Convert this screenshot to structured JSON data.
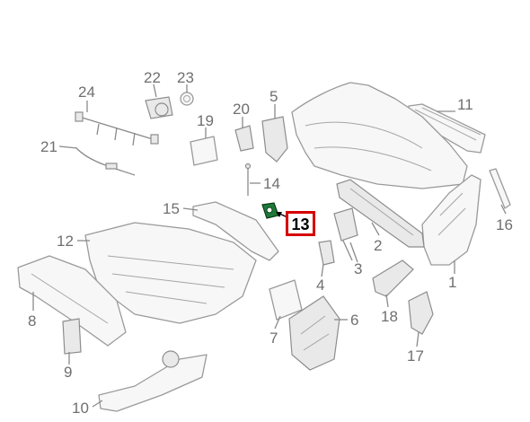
{
  "callouts": [
    {
      "id": "c1",
      "label": "1"
    },
    {
      "id": "c2",
      "label": "2"
    },
    {
      "id": "c3",
      "label": "3"
    },
    {
      "id": "c4",
      "label": "4"
    },
    {
      "id": "c5",
      "label": "5"
    },
    {
      "id": "c6",
      "label": "6"
    },
    {
      "id": "c7",
      "label": "7"
    },
    {
      "id": "c8",
      "label": "8"
    },
    {
      "id": "c9",
      "label": "9"
    },
    {
      "id": "c10",
      "label": "10"
    },
    {
      "id": "c11",
      "label": "11"
    },
    {
      "id": "c12",
      "label": "12"
    },
    {
      "id": "c14",
      "label": "14"
    },
    {
      "id": "c15",
      "label": "15"
    },
    {
      "id": "c16",
      "label": "16"
    },
    {
      "id": "c17",
      "label": "17"
    },
    {
      "id": "c18",
      "label": "18"
    },
    {
      "id": "c19",
      "label": "19"
    },
    {
      "id": "c20",
      "label": "20"
    },
    {
      "id": "c21",
      "label": "21"
    },
    {
      "id": "c22",
      "label": "22"
    },
    {
      "id": "c23",
      "label": "23"
    },
    {
      "id": "c24",
      "label": "24"
    }
  ],
  "highlight": {
    "label": "13",
    "border_color": "#d60000",
    "part_color": "#1f7a3a"
  }
}
